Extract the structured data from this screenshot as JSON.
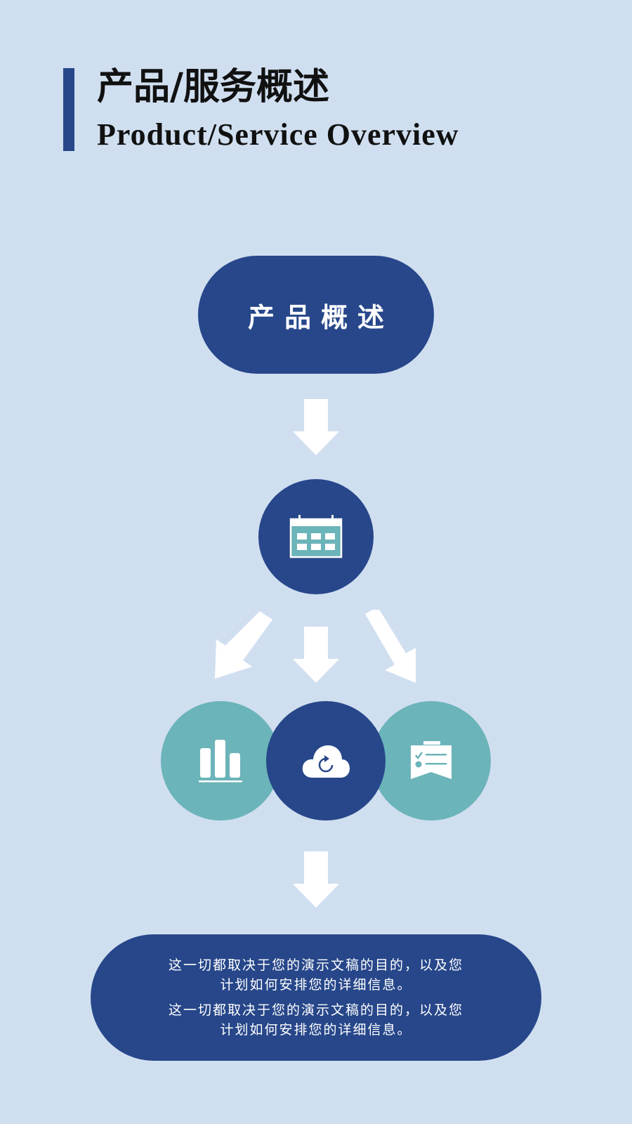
{
  "header": {
    "title_cn": "产品/服务概述",
    "title_en": "Product/Service Overview"
  },
  "top_node": {
    "label": "产品概述"
  },
  "icons": {
    "calendar": "calendar-icon",
    "chart": "bar-chart-icon",
    "cloud": "cloud-sync-icon",
    "checklist": "checklist-icon"
  },
  "bottom_node": {
    "paragraphs": [
      "这一切都取决于您的演示文稿的目的，以及您计划如何安排您的详细信息。",
      "这一切都取决于您的演示文稿的目的，以及您计划如何安排您的详细信息。"
    ]
  },
  "colors": {
    "background": "#d0dff0",
    "navy": "#27478a",
    "teal": "#6bb4b9",
    "arrow": "#ffffff"
  }
}
